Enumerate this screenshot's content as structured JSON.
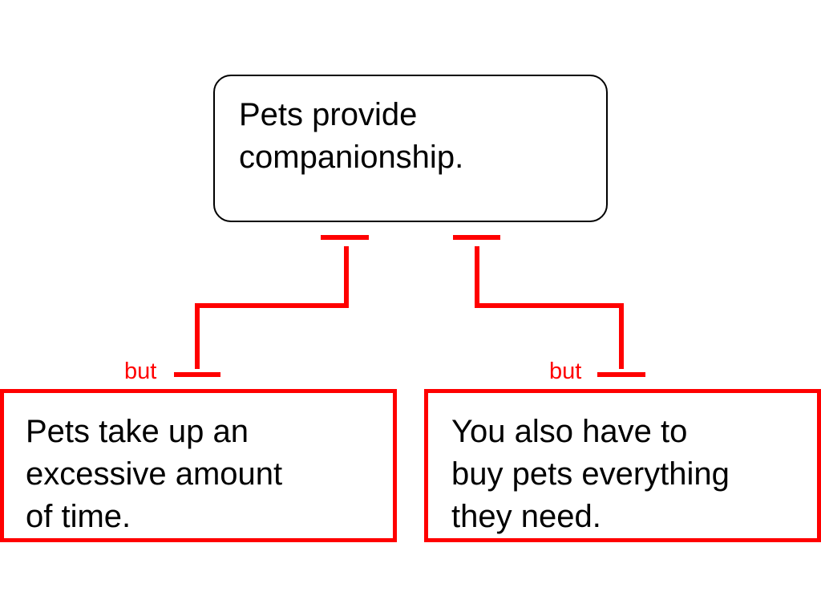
{
  "claim": {
    "text": "Pets provide\ncompanionship."
  },
  "objections": [
    {
      "text": "Pets take up an\nexcessive amount\nof time.",
      "connective": "but"
    },
    {
      "text": "You also have to\nbuy pets everything\nthey need.",
      "connective": "but"
    }
  ],
  "colors": {
    "objection": "#ff0000",
    "claim_border": "#000000",
    "text": "#000000"
  }
}
